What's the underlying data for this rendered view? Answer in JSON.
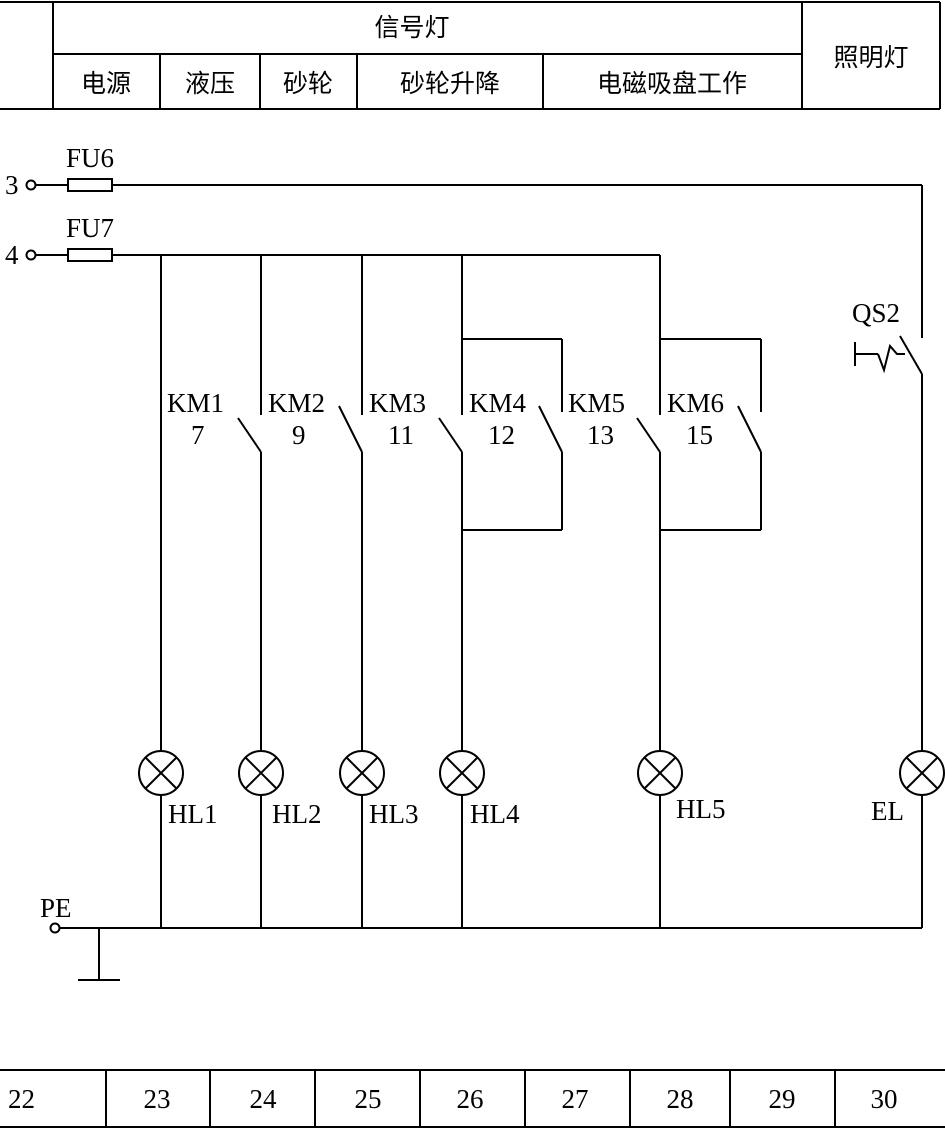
{
  "header": {
    "group_label": "信号灯",
    "columns": [
      "电源",
      "液压",
      "砂轮",
      "砂轮升降",
      "电磁吸盘工作"
    ],
    "right_label": "照明灯"
  },
  "terminals": {
    "t3": "3",
    "t4": "4",
    "pe": "PE"
  },
  "fuses": {
    "fu6": "FU6",
    "fu7": "FU7"
  },
  "switch": {
    "qs2": "QS2"
  },
  "contacts": [
    {
      "name": "KM1",
      "wire": "7"
    },
    {
      "name": "KM2",
      "wire": "9"
    },
    {
      "name": "KM3",
      "wire": "11"
    },
    {
      "name": "KM4",
      "wire": "12"
    },
    {
      "name": "KM5",
      "wire": "13"
    },
    {
      "name": "KM6",
      "wire": "15"
    }
  ],
  "lamps": [
    "HL1",
    "HL2",
    "HL3",
    "HL4",
    "HL5",
    "EL"
  ],
  "footer": [
    "22",
    "23",
    "24",
    "25",
    "26",
    "27",
    "28",
    "29",
    "30"
  ]
}
